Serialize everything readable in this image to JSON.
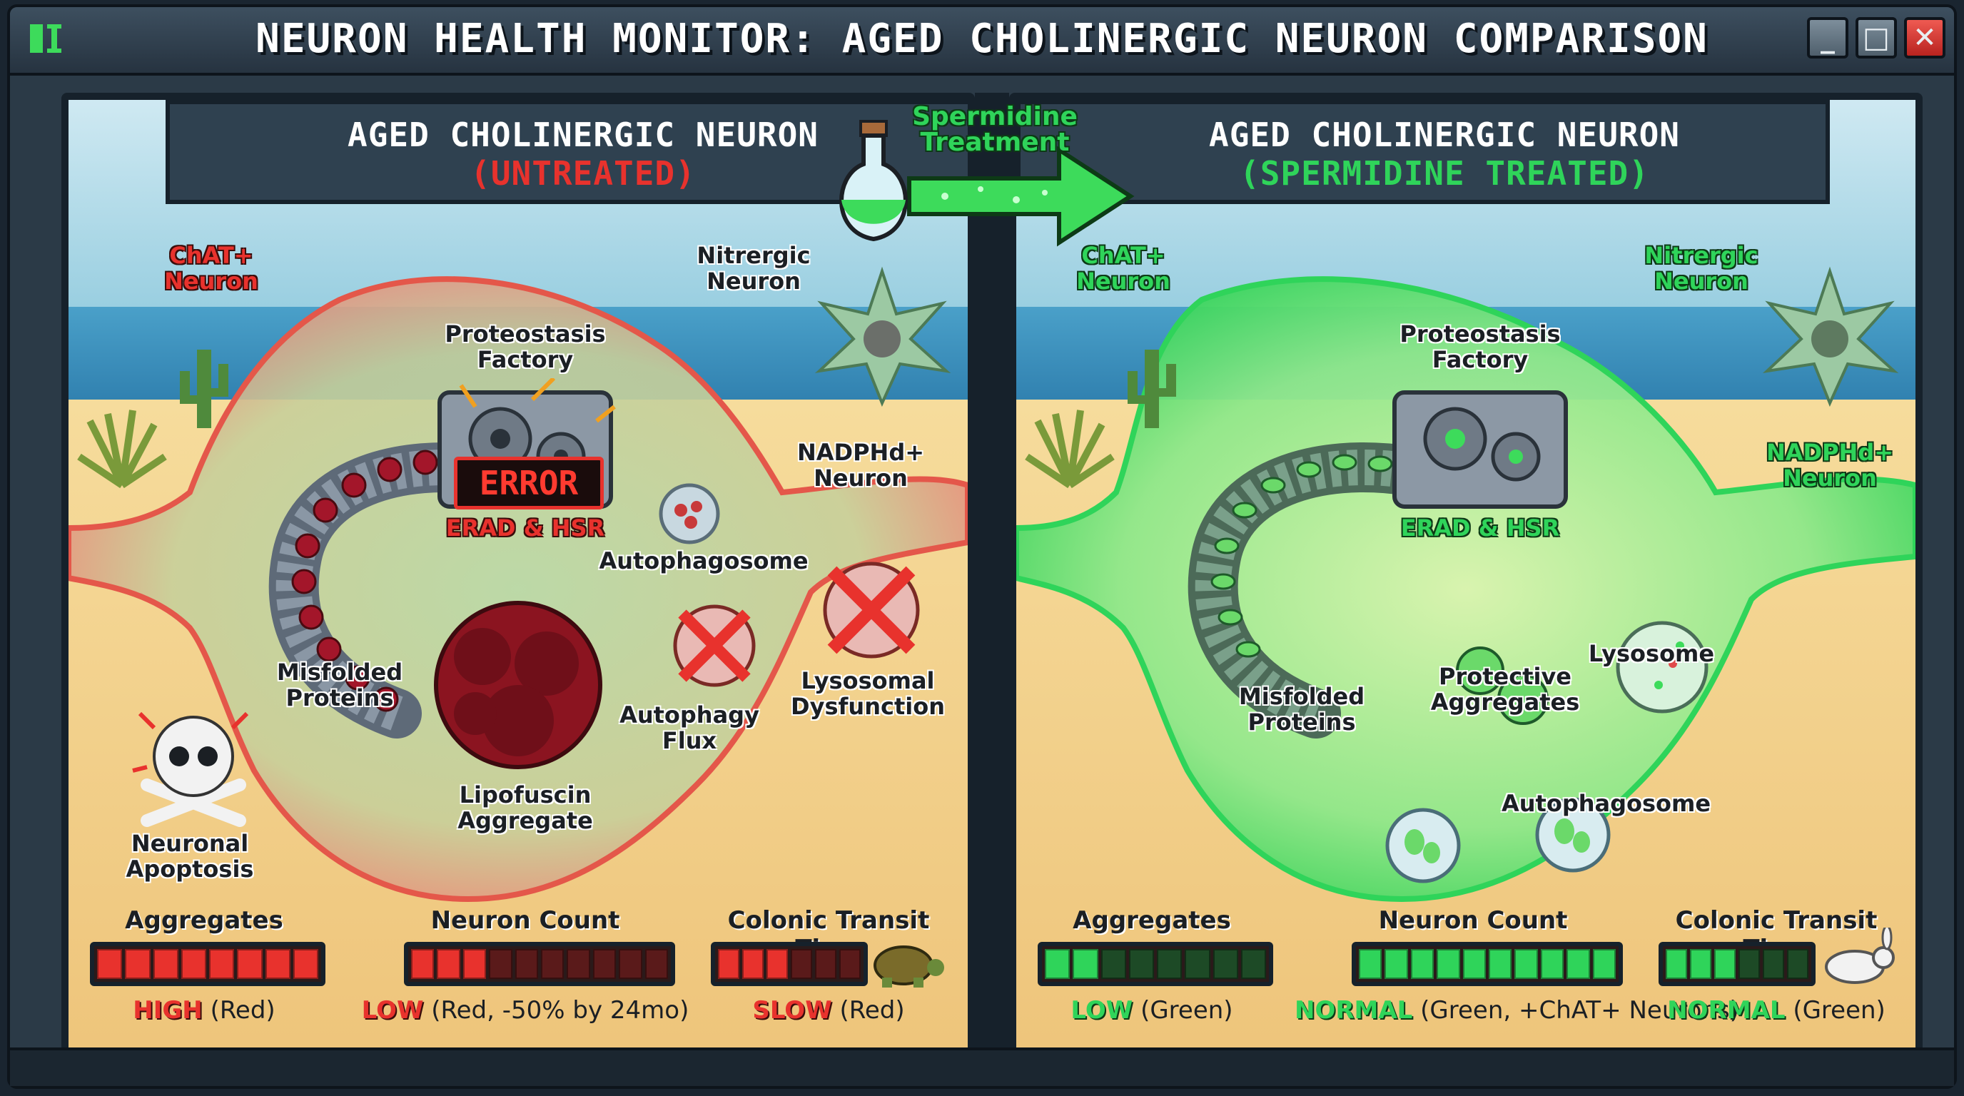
{
  "window": {
    "title": "NEURON HEALTH MONITOR: AGED CHOLINERGIC NEURON COMPARISON",
    "minimize_icon": "minimize-icon",
    "maximize_icon": "maximize-icon",
    "close_icon": "close-icon",
    "close_color": "#d9302b"
  },
  "treatment_arrow": {
    "label_line1": "Spermidine",
    "label_line2": "Treatment",
    "icon": "potion-flask-icon",
    "color": "#3ddb5b"
  },
  "left_panel": {
    "header_line1": "AGED CHOLINERGIC NEURON",
    "header_line2": "(UNTREATED)",
    "accent": "#e8322d",
    "labels": {
      "chat_neuron": "ChAT+ Neuron",
      "nitrergic_neuron": "Nitrergic Neuron",
      "nadphd_neuron": "NADPHd+ Neuron",
      "factory": "Proteostasis Factory",
      "error": "ERROR",
      "erad": "ERAD & HSR",
      "autophagosome": "Autophagosome",
      "lysosomal": "Lysosomal Dysfunction",
      "autophagy_flux": "Autophagy Flux",
      "misfolded": "Misfolded Proteins",
      "lipofuscin": "Lipofuscin Aggregate",
      "apoptosis": "Neuronal Apoptosis"
    },
    "meters": [
      {
        "title": "Aggregates",
        "level": 0.95,
        "status_kw": "HIGH",
        "status_rest": " (Red)"
      },
      {
        "title": "Neuron Count",
        "level": 0.25,
        "status_kw": "LOW",
        "status_rest": " (Red, -50% by 24mo)"
      },
      {
        "title": "Colonic Transit Time",
        "level": 0.5,
        "status_kw": "SLOW",
        "status_rest": " (Red)"
      }
    ]
  },
  "right_panel": {
    "header_line1": "AGED CHOLINERGIC NEURON",
    "header_line2": "(SPERMIDINE TREATED)",
    "accent": "#2fd45a",
    "labels": {
      "chat_neuron": "ChAT+ Neuron",
      "nitrergic_neuron": "Nitrergic Neuron",
      "nadphd_neuron": "NADPHd+ Neuron",
      "factory": "Proteostasis Factory",
      "erad": "ERAD & HSR",
      "protective": "Protective Aggregates",
      "lysosome": "Lysosome",
      "misfolded": "Misfolded Proteins",
      "autophagosome": "Autophagosome"
    },
    "meters": [
      {
        "title": "Aggregates",
        "level": 0.2,
        "status_kw": "LOW",
        "status_rest": " (Green)"
      },
      {
        "title": "Neuron Count",
        "level": 0.95,
        "status_kw": "NORMAL",
        "status_rest": " (Green, +ChAT+ Neurons)"
      },
      {
        "title": "Colonic Transit Time",
        "level": 0.5,
        "status_kw": "NORMAL",
        "status_rest": " (Green)"
      }
    ]
  }
}
